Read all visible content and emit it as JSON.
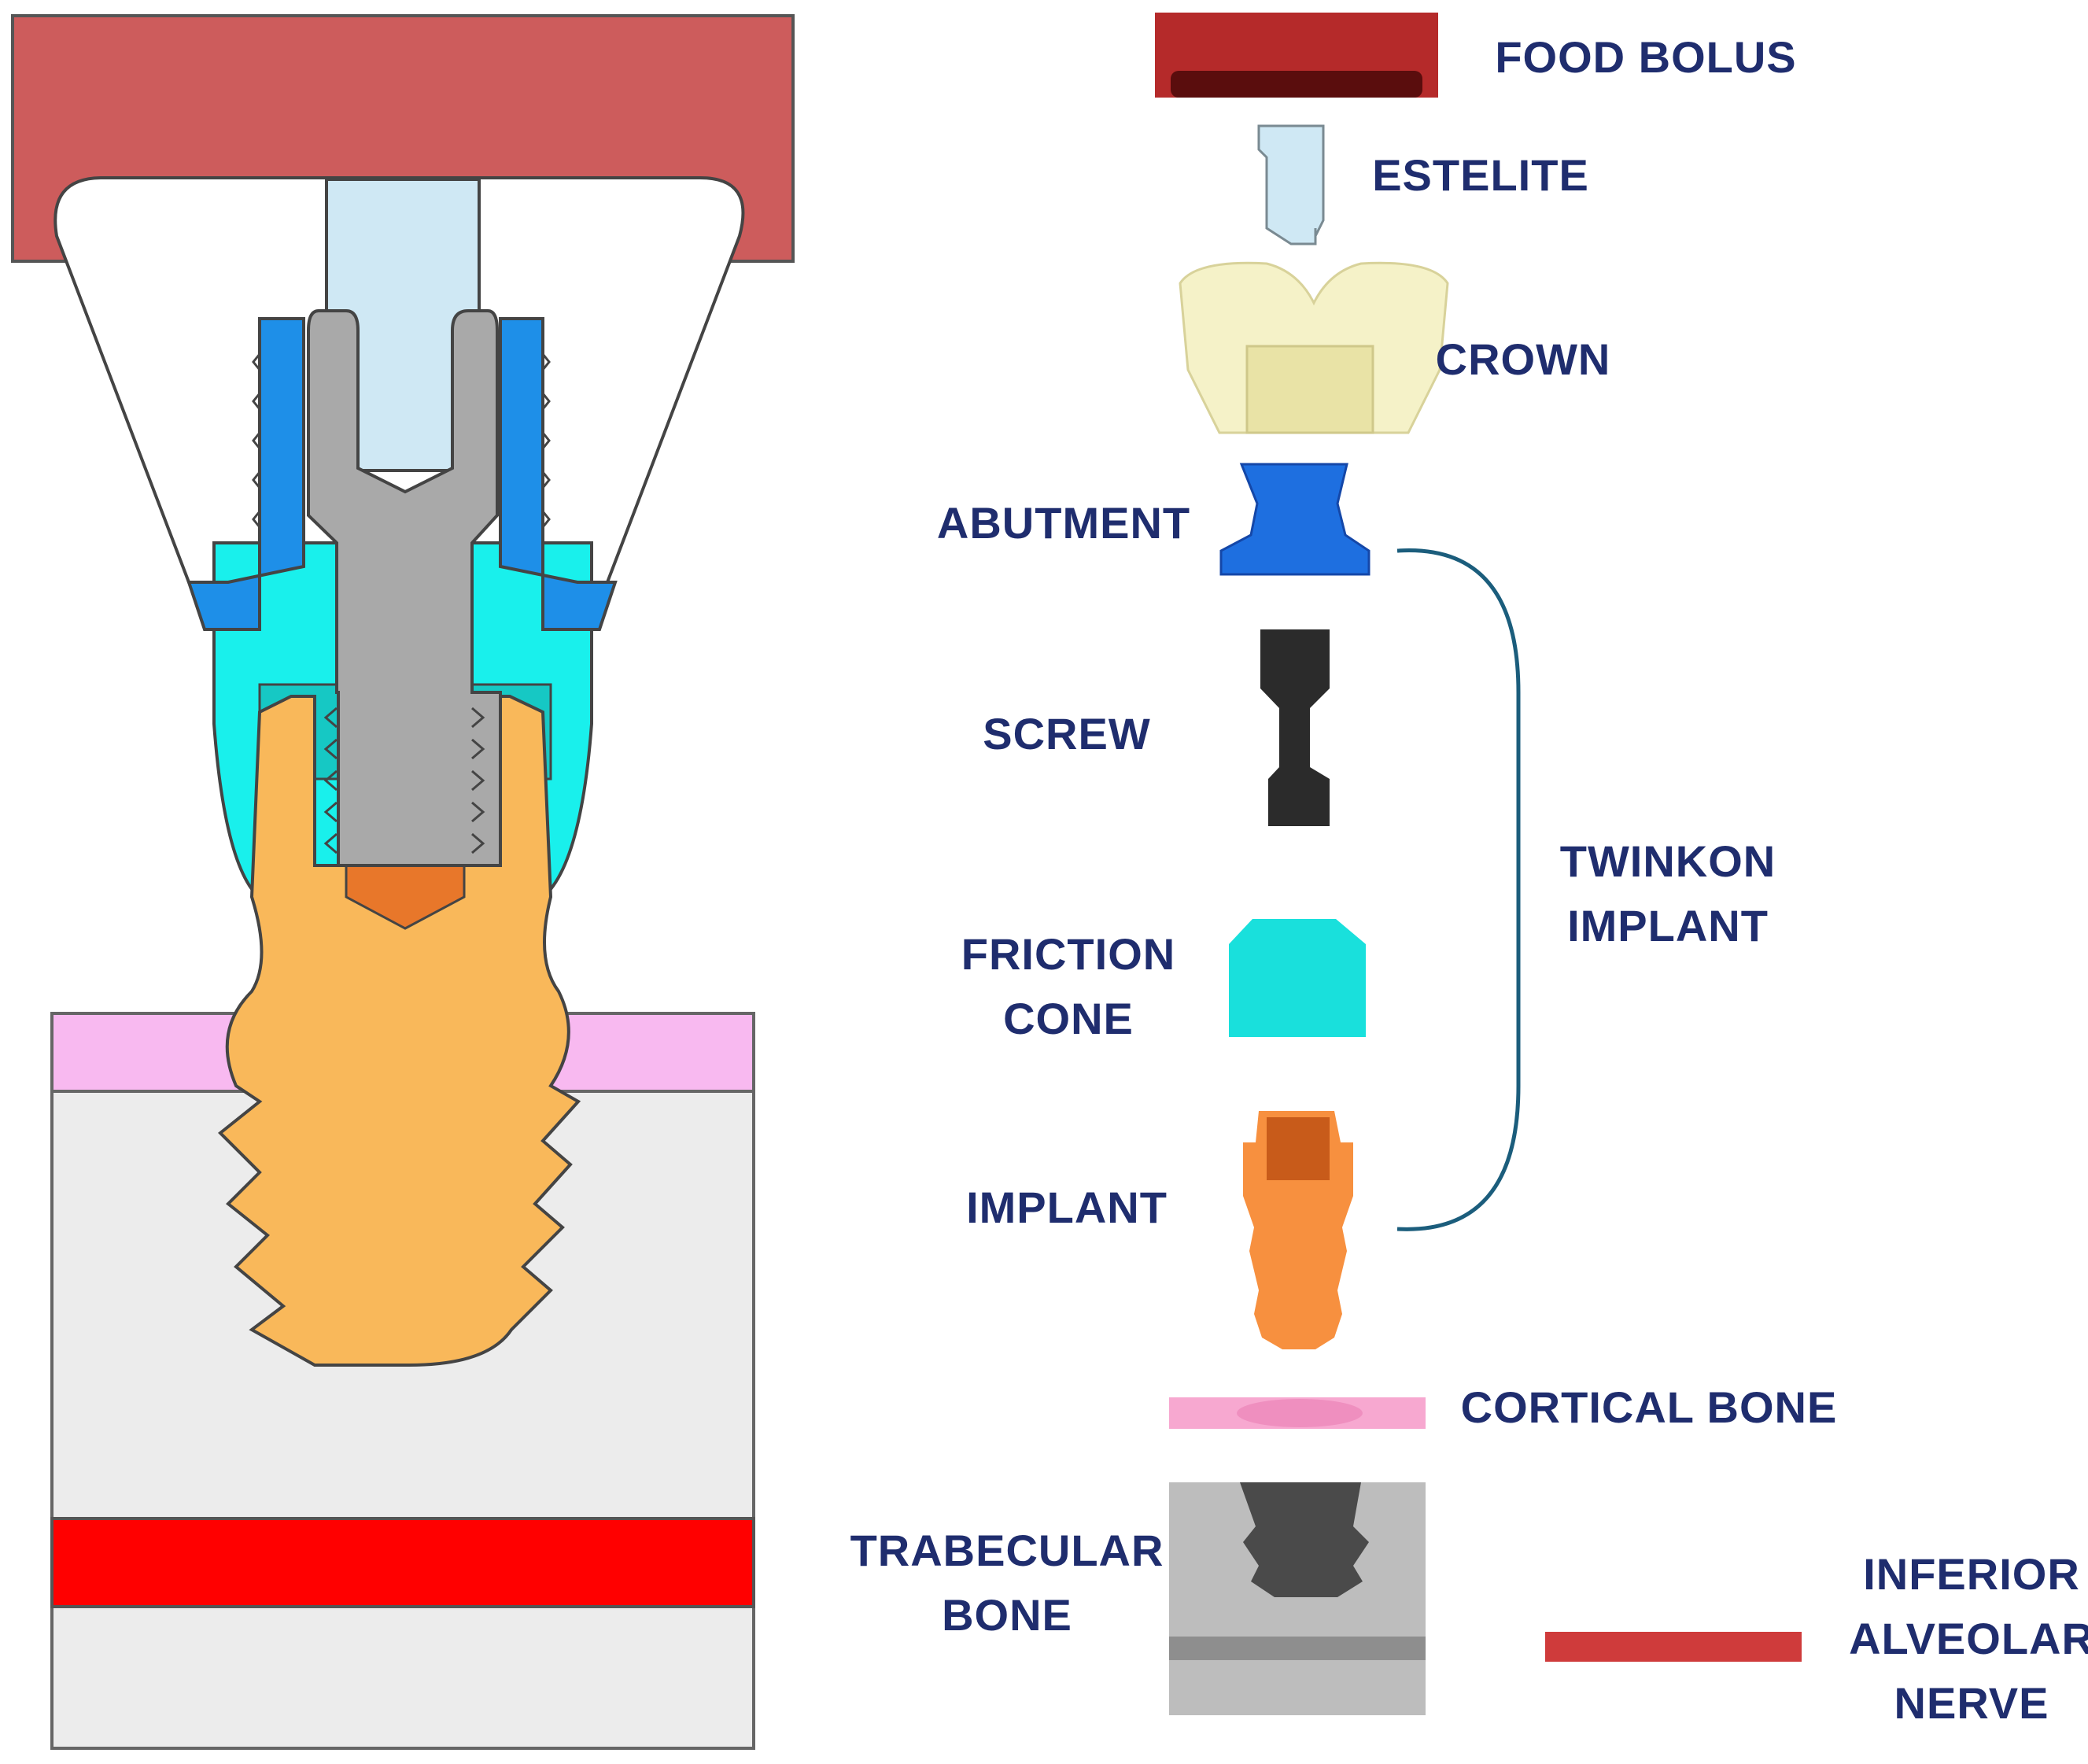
{
  "labels": {
    "food_bolus": "FOOD BOLUS",
    "estelite": "ESTELITE",
    "crown": "CROWN",
    "abutment": "ABUTMENT",
    "screw": "SCREW",
    "friction_cone": [
      "FRICTION",
      "CONE"
    ],
    "implant": "IMPLANT",
    "twinkon_implant": [
      "TWINKON",
      "IMPLANT"
    ],
    "cortical_bone": "CORTICAL BONE",
    "trabecular_bone": [
      "TRABECULAR",
      "BONE"
    ],
    "inferior_alveolar_nerve": [
      "INFERIOR",
      "ALVEOLAR",
      "NERVE"
    ]
  },
  "colors": {
    "label_text": "#1f2d6e",
    "food_bolus": "#cd5c5c",
    "estelite": "#cfe8f4",
    "crown": "#f5f2c8",
    "abutment": "#1e8fe8",
    "screw_section": "#a9a9a9",
    "screw_part": "#2b2b2b",
    "friction_cone": "#19e0dc",
    "implant_section": "#f9b85a",
    "implant_part": "#f7903f",
    "cortical_bone": "#f8b9f0",
    "trabecular_bone": "#ececec",
    "inferior_alveolar_nerve": "#ff0000",
    "bracket": "#1b5d7c"
  }
}
